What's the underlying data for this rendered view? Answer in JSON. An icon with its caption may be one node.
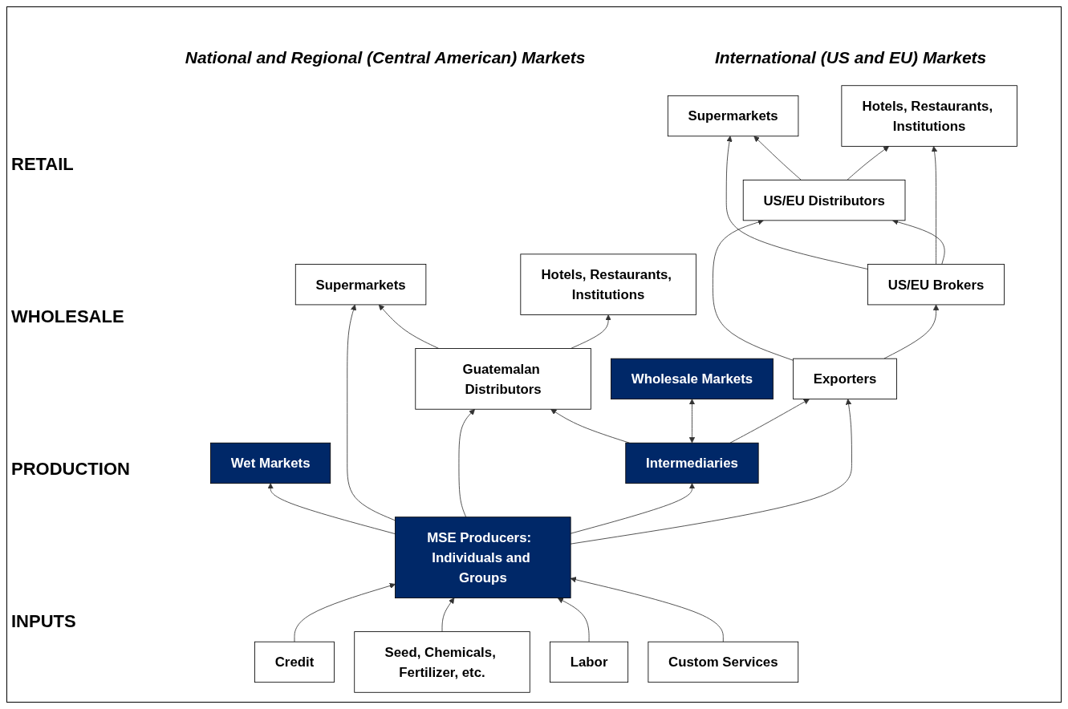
{
  "diagram": {
    "nodes": [
      {
        "text": [
          "Wet Markets"
        ]
      },
      {
        "text": [
          "Supermarkets"
        ]
      },
      {
        "text": [
          "Hotels, Restaurants, Institutions"
        ]
      },
      {
        "text": [
          "Supermarkets"
        ]
      },
      {
        "text": [
          "Hotels, Restaurants, Institutions"
        ]
      },
      {
        "text": [
          "Guatemalan Distributors"
        ]
      },
      {
        "text": [
          "Wholesale Markets"
        ]
      },
      {
        "text": [
          "US/EU Distributors"
        ]
      },
      {
        "text": [
          "US/EU Brokers"
        ]
      },
      {
        "text": [
          "Intermediaries"
        ]
      },
      {
        "text": [
          "Exporters"
        ]
      },
      {
        "text": [
          "MSE Producers:  Individuals and Groups"
        ]
      },
      {
        "text": [
          "Credit"
        ]
      },
      {
        "text": [
          "Seed, Chemicals, Fertilizer, etc."
        ]
      },
      {
        "text": [
          "Labor"
        ]
      },
      {
        "text": [
          "Custom Services"
        ]
      }
    ],
    "edges": [
      {
        "from": 11,
        "to": 0,
        "arrow": "to"
      },
      {
        "from": 11,
        "to": 1,
        "arrow": "to"
      },
      {
        "from": 11,
        "to": 5,
        "arrow": "to"
      },
      {
        "from": 11,
        "to": 9,
        "arrow": "to"
      },
      {
        "from": 11,
        "to": 10,
        "arrow": "to"
      },
      {
        "from": 5,
        "to": 1,
        "arrow": "to"
      },
      {
        "from": 5,
        "to": 2,
        "arrow": "to"
      },
      {
        "from": 7,
        "to": 3,
        "arrow": "to"
      },
      {
        "from": 7,
        "to": 4,
        "arrow": "to"
      },
      {
        "from": 8,
        "to": 3,
        "arrow": "to"
      },
      {
        "from": 8,
        "to": 4,
        "arrow": "to"
      },
      {
        "from": 8,
        "to": 7,
        "arrow": "to"
      },
      {
        "from": 9,
        "to": 5,
        "arrow": "to"
      },
      {
        "from": 9,
        "to": 6,
        "arrow": "both"
      },
      {
        "from": 9,
        "to": 10,
        "arrow": "to"
      },
      {
        "from": 10,
        "to": 7,
        "arrow": "to"
      },
      {
        "from": 10,
        "to": 8,
        "arrow": "to"
      },
      {
        "from": 12,
        "to": 11,
        "arrow": "to"
      },
      {
        "from": 13,
        "to": 11,
        "arrow": "to"
      },
      {
        "from": 14,
        "to": 11,
        "arrow": "to"
      },
      {
        "from": 15,
        "to": 11,
        "arrow": "to"
      }
    ],
    "labels": [
      "National and Regional (Central American) Markets",
      "International (US and EU) Markets",
      "RETAIL",
      "WHOLESALE",
      "PRODUCTION",
      "INPUTS"
    ]
  }
}
